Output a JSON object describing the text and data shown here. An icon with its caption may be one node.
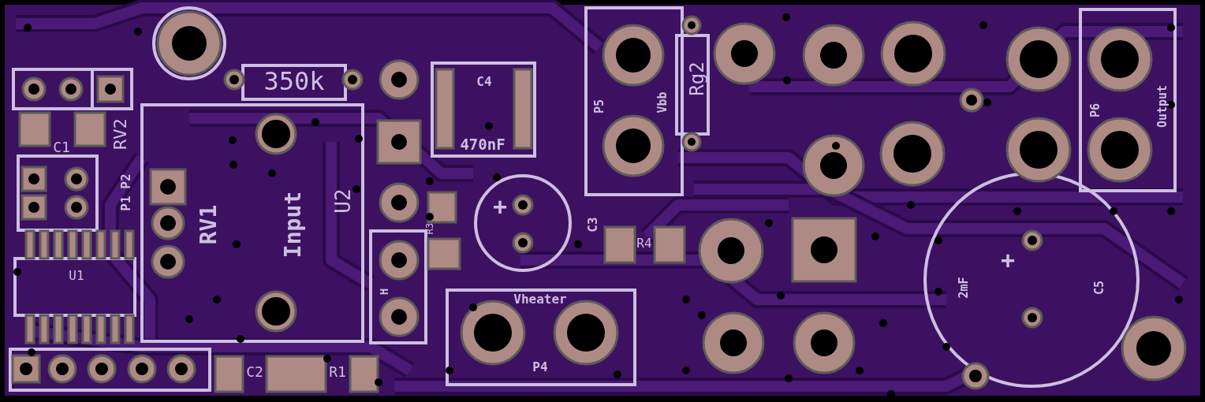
{
  "diagram": {
    "labels": [
      "350k",
      "C4",
      "Rg2",
      "Vbb",
      "P5",
      "Output",
      "P6",
      "RV2",
      "C1",
      "470nF",
      "P2",
      "P1",
      "RV1",
      "Input",
      "U2",
      "+",
      "R3",
      "C3",
      "R4",
      "+",
      "U1",
      "H",
      "2mF",
      "C5",
      "Vheater",
      "P4",
      "C2",
      "R1"
    ]
  }
}
